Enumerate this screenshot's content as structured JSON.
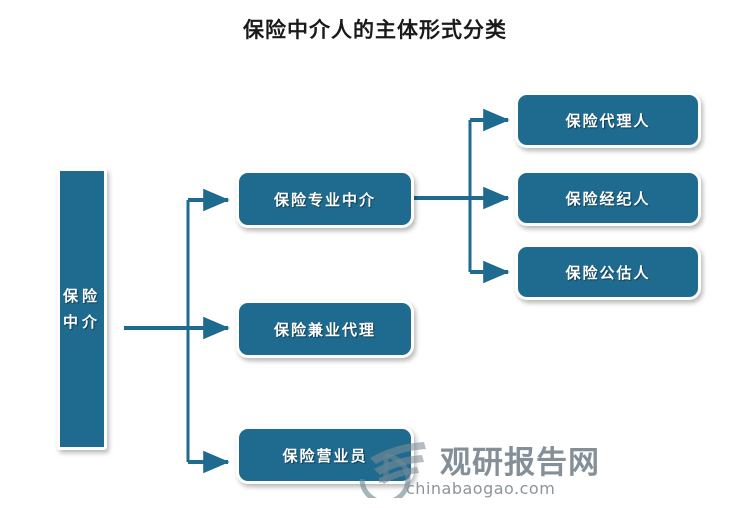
{
  "title": "保险中介人的主体形式分类",
  "theme": {
    "box_fill": "#1F6B90",
    "box_border": "#FFFFFF",
    "box_text": "#FFFFFF",
    "connector": "#1F6B90",
    "background": "#FFFFFF",
    "title_color": "#1A1A1A",
    "watermark_color": "#7E8A93"
  },
  "diagram": {
    "type": "tree",
    "root": {
      "id": "root",
      "label": "保险中介",
      "line1": "保险",
      "line2": "中介",
      "orientation": "vertical"
    },
    "level2": [
      {
        "id": "l2-1",
        "label": "保险专业中介"
      },
      {
        "id": "l2-2",
        "label": "保险兼业代理"
      },
      {
        "id": "l2-3",
        "label": "保险营业员"
      }
    ],
    "level3": [
      {
        "id": "l3-1",
        "label": "保险代理人",
        "parent": "l2-1"
      },
      {
        "id": "l3-2",
        "label": "保险经纪人",
        "parent": "l2-1"
      },
      {
        "id": "l3-3",
        "label": "保险公估人",
        "parent": "l2-1"
      }
    ],
    "edges": [
      {
        "from": "root",
        "to": "l2-1"
      },
      {
        "from": "root",
        "to": "l2-2"
      },
      {
        "from": "root",
        "to": "l2-3"
      },
      {
        "from": "l2-1",
        "to": "l3-1"
      },
      {
        "from": "l2-1",
        "to": "l3-2"
      },
      {
        "from": "l2-1",
        "to": "l3-3"
      }
    ]
  },
  "watermark": {
    "brand": "观研报告网",
    "url": "chinabaogao.com"
  }
}
